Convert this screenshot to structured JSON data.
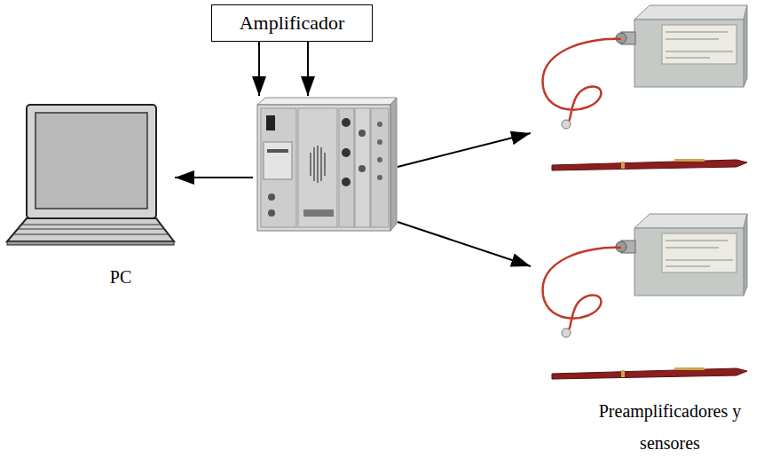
{
  "diagram": {
    "nodes": [
      {
        "text": [
          "Amplificador"
        ]
      },
      {
        "text": []
      },
      {
        "text": [
          "PC"
        ]
      },
      {
        "text": []
      },
      {
        "text": [
          "Preamplificadores y sensores"
        ]
      }
    ],
    "edges": [
      {
        "from": 0,
        "to": 1,
        "arrow": "to"
      },
      {
        "from": 0,
        "to": 1,
        "arrow": "to"
      },
      {
        "from": 1,
        "to": 2,
        "arrow": "to"
      },
      {
        "from": 1,
        "to": 3,
        "arrow": "to"
      },
      {
        "from": 1,
        "to": 4,
        "arrow": "to"
      }
    ]
  }
}
